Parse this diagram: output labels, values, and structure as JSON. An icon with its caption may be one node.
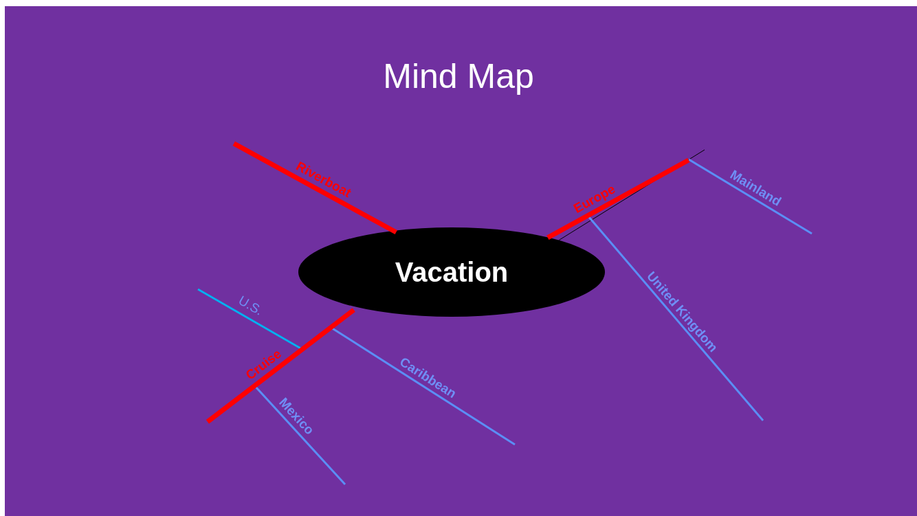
{
  "diagram": {
    "title": "Mind Map",
    "nodes": [
      {
        "text": [
          "Vacation"
        ]
      },
      {
        "text": [
          "Riverboat"
        ]
      },
      {
        "text": [
          "Europe"
        ]
      },
      {
        "text": [
          "Cruise"
        ]
      }
    ],
    "edges": [
      {
        "from": 0,
        "to": null,
        "arrow": "none",
        "color": "#000000"
      },
      {
        "from": 2,
        "to": null,
        "arrow": "none",
        "label": "Mainland"
      },
      {
        "from": 2,
        "to": null,
        "arrow": "none",
        "label": "United Kingdom"
      },
      {
        "from": 3,
        "to": null,
        "arrow": "none",
        "label": "U.S.",
        "color": "#00b0f0"
      },
      {
        "from": 3,
        "to": null,
        "arrow": "none",
        "label": "Caribbean"
      },
      {
        "from": 3,
        "to": null,
        "arrow": "none",
        "label": "Mexico"
      }
    ]
  }
}
